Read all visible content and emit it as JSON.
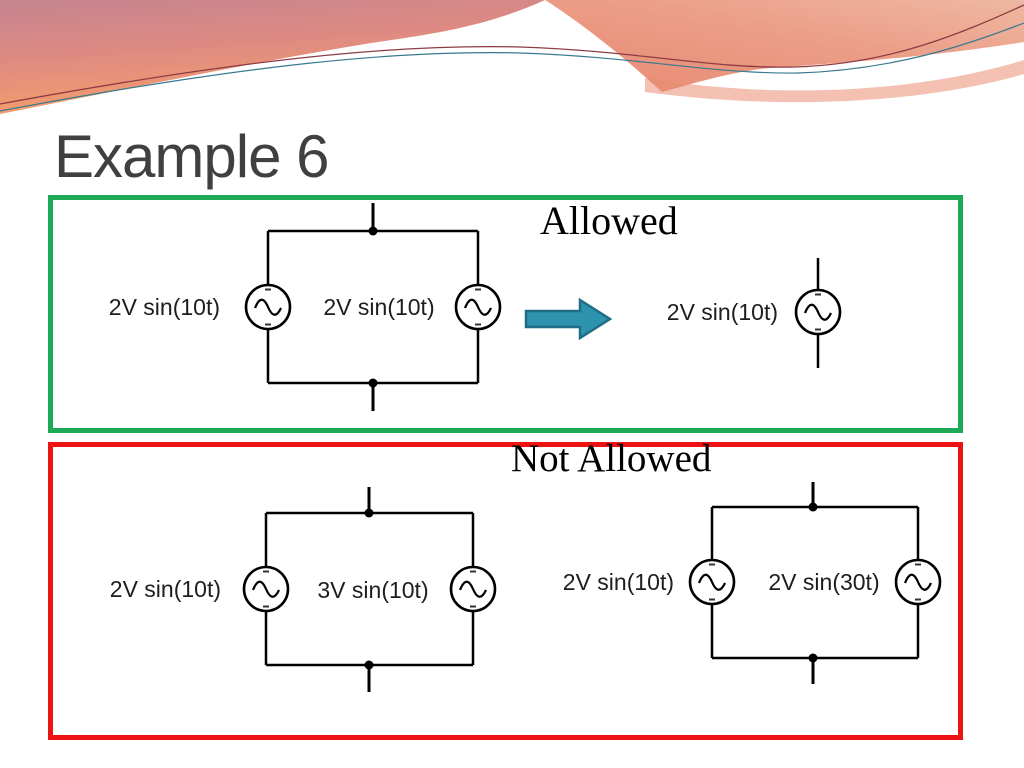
{
  "title": "Example 6",
  "allowed": {
    "heading": "Allowed",
    "parallel_pair": {
      "left_source": "2V sin(10t)",
      "right_source": "2V sin(10t)"
    },
    "equivalent_source": "2V sin(10t)"
  },
  "not_allowed": {
    "heading": "Not Allowed",
    "different_amplitude_pair": {
      "left_source": "2V sin(10t)",
      "right_source": "3V sin(10t)"
    },
    "different_frequency_pair": {
      "left_source": "2V sin(10t)",
      "right_source": "2V sin(30t)"
    }
  },
  "icons": {
    "arrow": "right-block-arrow",
    "source_symbol": "ac-voltage-source"
  },
  "colors": {
    "allowed_border": "#1ea956",
    "not_allowed_border": "#ee1313",
    "arrow_fill": "#2e93ae",
    "arrow_stroke": "#206e85",
    "title_text": "#404040",
    "wire": "#000000",
    "header_rose": "#c4858e",
    "header_orange": "#f5a064",
    "header_salmon": "#ea8a72"
  }
}
